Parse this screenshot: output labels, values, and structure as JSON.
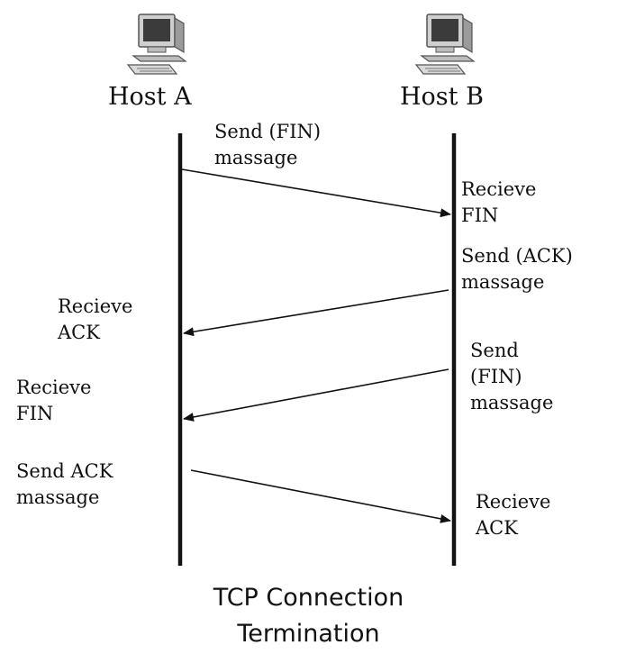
{
  "hosts": {
    "a": {
      "label": "Host A",
      "icon": "computer-icon"
    },
    "b": {
      "label": "Host B",
      "icon": "computer-icon"
    }
  },
  "messages": {
    "m1": {
      "label_line1": "Send (FIN)",
      "label_line2": "massage"
    },
    "m1_recv": {
      "label_line1": "Recieve",
      "label_line2": "FIN"
    },
    "m2": {
      "label_line1": "Send (ACK)",
      "label_line2": "massage"
    },
    "m2_recv": {
      "label_line1": "Recieve",
      "label_line2": "ACK"
    },
    "m3": {
      "label_line1": "Send",
      "label_line2": "(FIN)",
      "label_line3": "massage"
    },
    "m3_recv": {
      "label_line1": "Recieve",
      "label_line2": "FIN"
    },
    "m4": {
      "label_line1": "Send ACK",
      "label_line2": "massage"
    },
    "m4_recv": {
      "label_line1": "Recieve",
      "label_line2": "ACK"
    }
  },
  "caption": {
    "line1": "TCP Connection",
    "line2": "Termination"
  },
  "colors": {
    "line": "#111111",
    "text": "#111111",
    "background": "#ffffff"
  }
}
